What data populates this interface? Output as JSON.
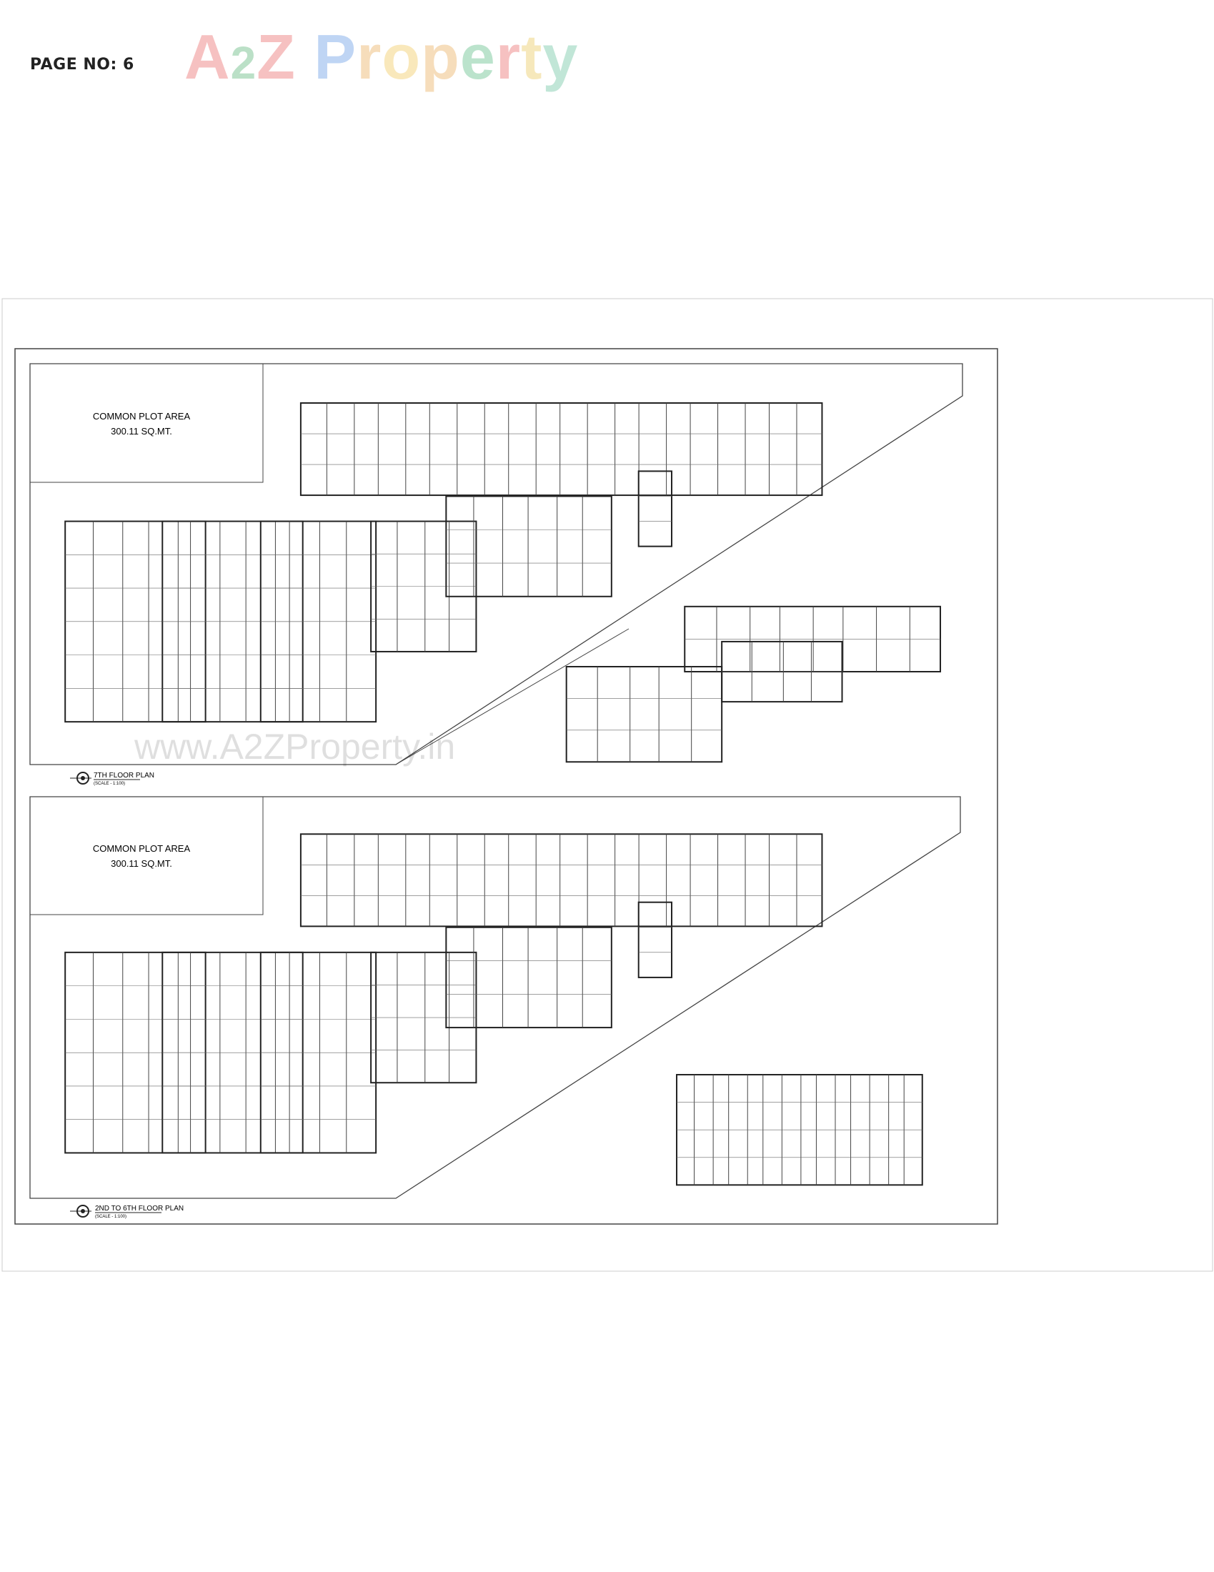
{
  "header": {
    "page_no": "PAGE NO: 6",
    "logo_text": "A2Z Property"
  },
  "watermark": "www.A2ZProperty.in",
  "plans": [
    {
      "common_plot_title": "COMMON PLOT AREA",
      "common_plot_area": "300.11 SQ.MT.",
      "title": "7TH FLOOR PLAN",
      "scale": "(SCALE - 1:100)"
    },
    {
      "common_plot_title": "COMMON PLOT AREA",
      "common_plot_area": "300.11 SQ.MT.",
      "title": "2ND TO 6TH FLOOR PLAN",
      "scale": "(SCALE - 1:100)"
    }
  ],
  "colors": {
    "line": "#333333",
    "accent_dim": "#d0303a",
    "accent_dim2": "#3050c0",
    "logo_a": "#e85050",
    "logo_2": "#40a860",
    "logo_p": "#4a88e0",
    "logo_o": "#f0a040",
    "logo_e": "#40b070",
    "logo_t": "#e8c040",
    "logo_y": "#50b890"
  }
}
